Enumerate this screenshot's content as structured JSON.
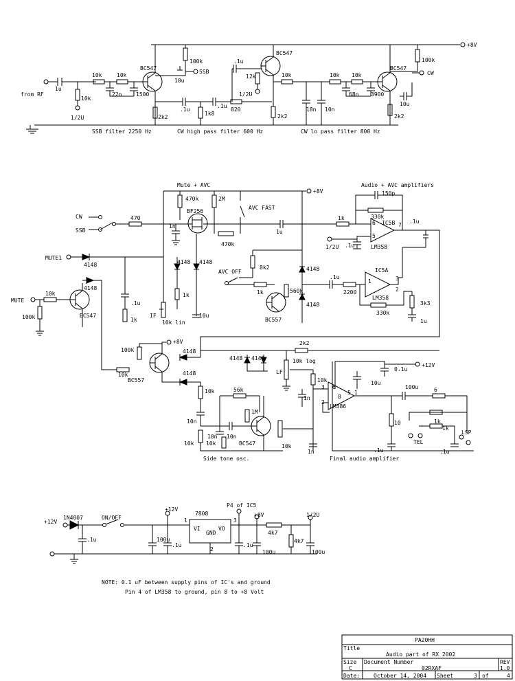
{
  "labels": {
    "from_rf": "from RF",
    "plus8v_top": "+8V",
    "ssb_tap": "SSB",
    "cw_tap": "CW",
    "half_u1": "1/2U",
    "half_u2": "1/2U",
    "ssb_filter": "SSB filter 2250 Hz",
    "cw_hp": "CW high pass filter 600 Hz",
    "cw_lp": "CW lo pass filter 800 Hz",
    "mute_avc": "Mute + AVC",
    "plus8v_mid": "+8V",
    "audio_avc": "Audio + AVC amplifiers",
    "avc_fast": "AVC FAST",
    "avc_off": "AVC OFF",
    "cw_in": "CW",
    "ssb_in": "SSB",
    "mute1": "MUTE1",
    "mute": "MUTE",
    "if_label": "IF",
    "plus8v_pnp": "+8V",
    "lf_label": "LF",
    "plus12v_amp": "+12V",
    "side_tone": "Side tone osc.",
    "final_amp": "Final audio amplifier",
    "tel": "TEL",
    "lsp": "LSP",
    "half_u3": "1/2U",
    "plus12v_in": "+12V",
    "on_off": "ON/OFF",
    "plus12v_reg": "+12V",
    "p4_ic5": "P4 of IC5",
    "plus8v_bot": "+8V",
    "half_u4": "1/2U"
  },
  "components": {
    "c_1u_in": "1u",
    "r_10k_a": "10k",
    "r_10k_b": "10k",
    "r_10k_c": "10k",
    "c_22n": "22n",
    "c_1500": "1500",
    "q1": "BC547",
    "r_100k_a": "100k",
    "c_10u_a": "10u",
    "r_2k2_a": "2k2",
    "c_p1u_a": ".1u",
    "r_1k8": "1k8",
    "c_p1u_b": ".1u",
    "r_820": "820",
    "c_p1u_c": ".1u",
    "r_12k": "12k",
    "q2": "BC547",
    "r_2k2_b": "2k2",
    "r_10k_d": "10k",
    "c_18n": "18n",
    "c_10n_a": "10n",
    "r_10k_e": "10k",
    "r_10k_f": "10k",
    "c_68n": "68n",
    "c_3900": "3900",
    "q3": "BC547",
    "r_100k_b": "100k",
    "c_10u_b": "10u",
    "r_2k2_c": "2k2",
    "r_470k": "470k",
    "r_2m": "2M",
    "q_bf256": "BF256",
    "r_470": "470",
    "c_1n_a": "1n",
    "r_470k_b": "470k",
    "c_1u_b": "1u",
    "r_1k_a": "1k",
    "c_150p": "150p",
    "r_330k_a": "330k",
    "ic5b": "IC5B",
    "lm358_a": "LM358",
    "c_p1u_d": ".1u",
    "c_p1u_e": ".1u",
    "pin6": "6",
    "pin5": "5",
    "pin7": "7",
    "d_4148_a": "4148",
    "d_4148_b": "4148",
    "d_4148_c": "4148",
    "d_4148_d": "4148",
    "r_8k2": "8k2",
    "r_1k_b": "1k",
    "r_1k_c": "1k",
    "r_560k": "560k",
    "d_4148_e": "4148",
    "d_4148_f": "4148",
    "q_bc557_a": "BC557",
    "c_10u_c": "10u",
    "r_10k_lin": "10k lin",
    "c_p1u_f": ".1u",
    "r_1k_d": "1k",
    "r_10k_g": "10k",
    "q_bc547_m": "BC547",
    "r_100k_c": "100k",
    "c_p1u_g": ".1u",
    "r_2200": "2200",
    "ic5a": "IC5A",
    "lm358_b": "LM358",
    "r_330k_b": "330k",
    "r_3k3": "3k3",
    "c_1u_c": "1u",
    "pin1": "1",
    "pin2": "2",
    "pin3": "3",
    "r_100k_d": "100k",
    "r_10k_h": "10k",
    "q_bc557_b": "BC557",
    "d_4148_g": "4148",
    "d_4148_h": "4148",
    "r_2k2_d": "2k2",
    "d_4148_i": "4148",
    "d_4148_j": "4148",
    "r_10k_log": "10k log",
    "c_0p1u": "0.1u",
    "r_10k_i": "10k",
    "c_10u_d": "10u",
    "c_1n_b": "1n",
    "lm386": "LM386",
    "pin3b": "3",
    "pin2b": "2",
    "pin6b": "6",
    "pin5b": "5",
    "pin1b": "1",
    "pin8b": "8",
    "c_100u_a": "100u",
    "r_6": "6",
    "r_10": "10",
    "r_1k_e": "1k",
    "r_1k_f": "1k",
    "c_p1u_h": ".1u",
    "c_p1u_i": ".1u",
    "r_56k": "56k",
    "r_1m": "1M",
    "r_10k_j": "10k",
    "c_10n_b": "10n",
    "c_10n_c": "10n",
    "c_10n_d": "10n",
    "r_10k_k": "10k",
    "r_10k_l": "10k",
    "q_bc547_s": "BC547",
    "c_1n_c": "1n",
    "d_1n4007": "1N4007",
    "c_p1u_j": ".1u",
    "c_100u_b": "100u",
    "c_p1u_k": ".1u",
    "reg_7808": "7808",
    "vi": "VI",
    "vo": "VO",
    "gnd": "GND",
    "pin1c": "1",
    "pin2c": "2",
    "pin3c": "3",
    "c_p1u_l": ".1u",
    "r_4k7_a": "4k7",
    "r_4k7_b": "4k7",
    "c_100u_c": "100u",
    "c_100u_d": "100u"
  },
  "notes": {
    "line1": "NOTE: 0.1 uF between supply pins of IC's and ground",
    "line2": "Pin 4 of LM358 to ground, pin 8 to +8 Volt"
  },
  "title_block": {
    "company": "PA20HH",
    "title_label": "Title",
    "title": "Audio part of RX 2002",
    "size_label": "Size",
    "size": "C",
    "docnum_label": "Document Number",
    "docnum": "02RXAF",
    "rev_label": "REV",
    "rev": "1.0",
    "date_label": "Date:",
    "date": "October 14, 2004",
    "sheet_label": "Sheet",
    "sheet": "3",
    "of_label": "of",
    "of": "4"
  }
}
